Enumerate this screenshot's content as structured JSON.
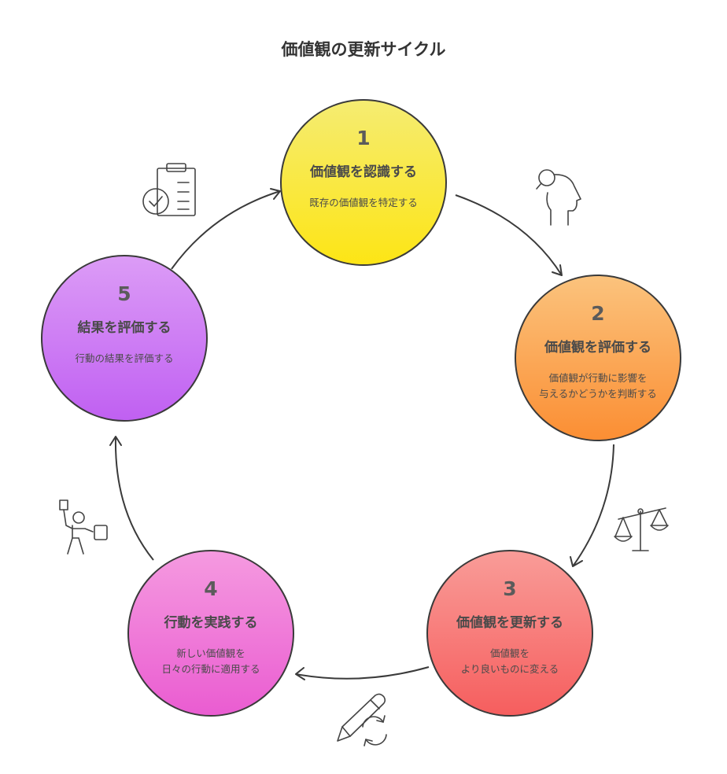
{
  "title": "価値観の更新サイクル",
  "steps": [
    {
      "number": "1",
      "title": "価値観を認識する",
      "desc": [
        "既存の価値観を特定する"
      ],
      "color_top": "#f5ec72",
      "color_bottom": "#fde515",
      "icon": "head-search-icon"
    },
    {
      "number": "2",
      "title": "価値観を評価する",
      "desc": [
        "価値観が行動に影響を",
        "与えるかどうかを判断する"
      ],
      "color_top": "#fbc37d",
      "color_bottom": "#fb8e33",
      "icon": "balance-scale-icon"
    },
    {
      "number": "3",
      "title": "価値観を更新する",
      "desc": [
        "価値観を",
        "より良いものに変える"
      ],
      "color_top": "#f99c98",
      "color_bottom": "#f65e5e",
      "icon": "pencil-refresh-icon"
    },
    {
      "number": "4",
      "title": "行動を実践する",
      "desc": [
        "新しい価値観を",
        "日々の行動に適用する"
      ],
      "color_top": "#f59ae0",
      "color_bottom": "#ea5cd1",
      "icon": "person-action-icon"
    },
    {
      "number": "5",
      "title": "結果を評価する",
      "desc": [
        "行動の結果を評価する"
      ],
      "color_top": "#dc9cf6",
      "color_bottom": "#c060f2",
      "icon": "clipboard-check-icon"
    }
  ]
}
